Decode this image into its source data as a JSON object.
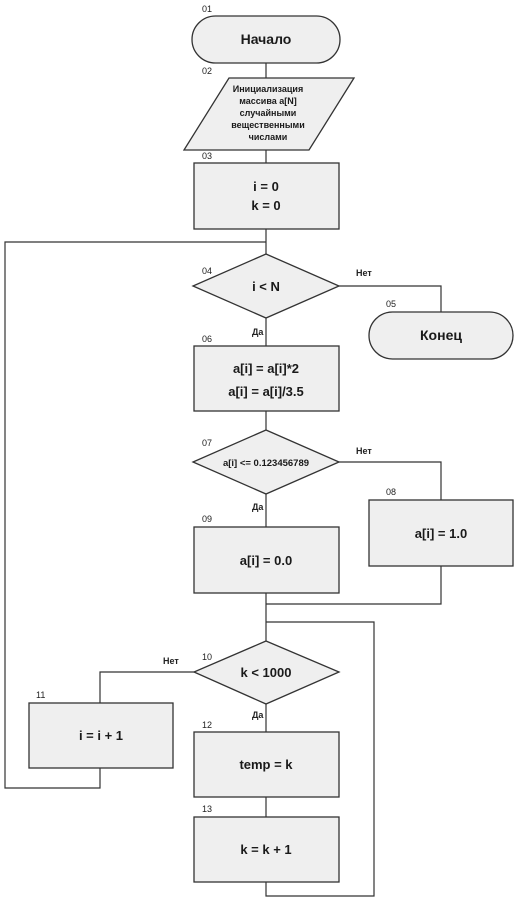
{
  "blocks": {
    "b01": {
      "num": "01",
      "lines": [
        "Начало"
      ]
    },
    "b02": {
      "num": "02",
      "lines": [
        "Инициализация",
        "массива a[N]",
        "случайными",
        "вещественными",
        "числами"
      ]
    },
    "b03": {
      "num": "03",
      "lines": [
        "i = 0",
        "k = 0"
      ]
    },
    "b04": {
      "num": "04",
      "lines": [
        "i < N"
      ]
    },
    "b05": {
      "num": "05",
      "lines": [
        "Конец"
      ]
    },
    "b06": {
      "num": "06",
      "lines": [
        "a[i] = a[i]*2",
        "a[i] = a[i]/3.5"
      ]
    },
    "b07": {
      "num": "07",
      "lines": [
        "a[i] <= 0.123456789"
      ]
    },
    "b08": {
      "num": "08",
      "lines": [
        "a[i] = 1.0"
      ]
    },
    "b09": {
      "num": "09",
      "lines": [
        "a[i] = 0.0"
      ]
    },
    "b10": {
      "num": "10",
      "lines": [
        "k < 1000"
      ]
    },
    "b11": {
      "num": "11",
      "lines": [
        "i = i + 1"
      ]
    },
    "b12": {
      "num": "12",
      "lines": [
        "temp = k"
      ]
    },
    "b13": {
      "num": "13",
      "lines": [
        "k = k + 1"
      ]
    }
  },
  "branch_labels": {
    "yes": "Да",
    "no": "Нет"
  },
  "colors": {
    "block_fill": "#efefef",
    "stroke": "#333333"
  }
}
